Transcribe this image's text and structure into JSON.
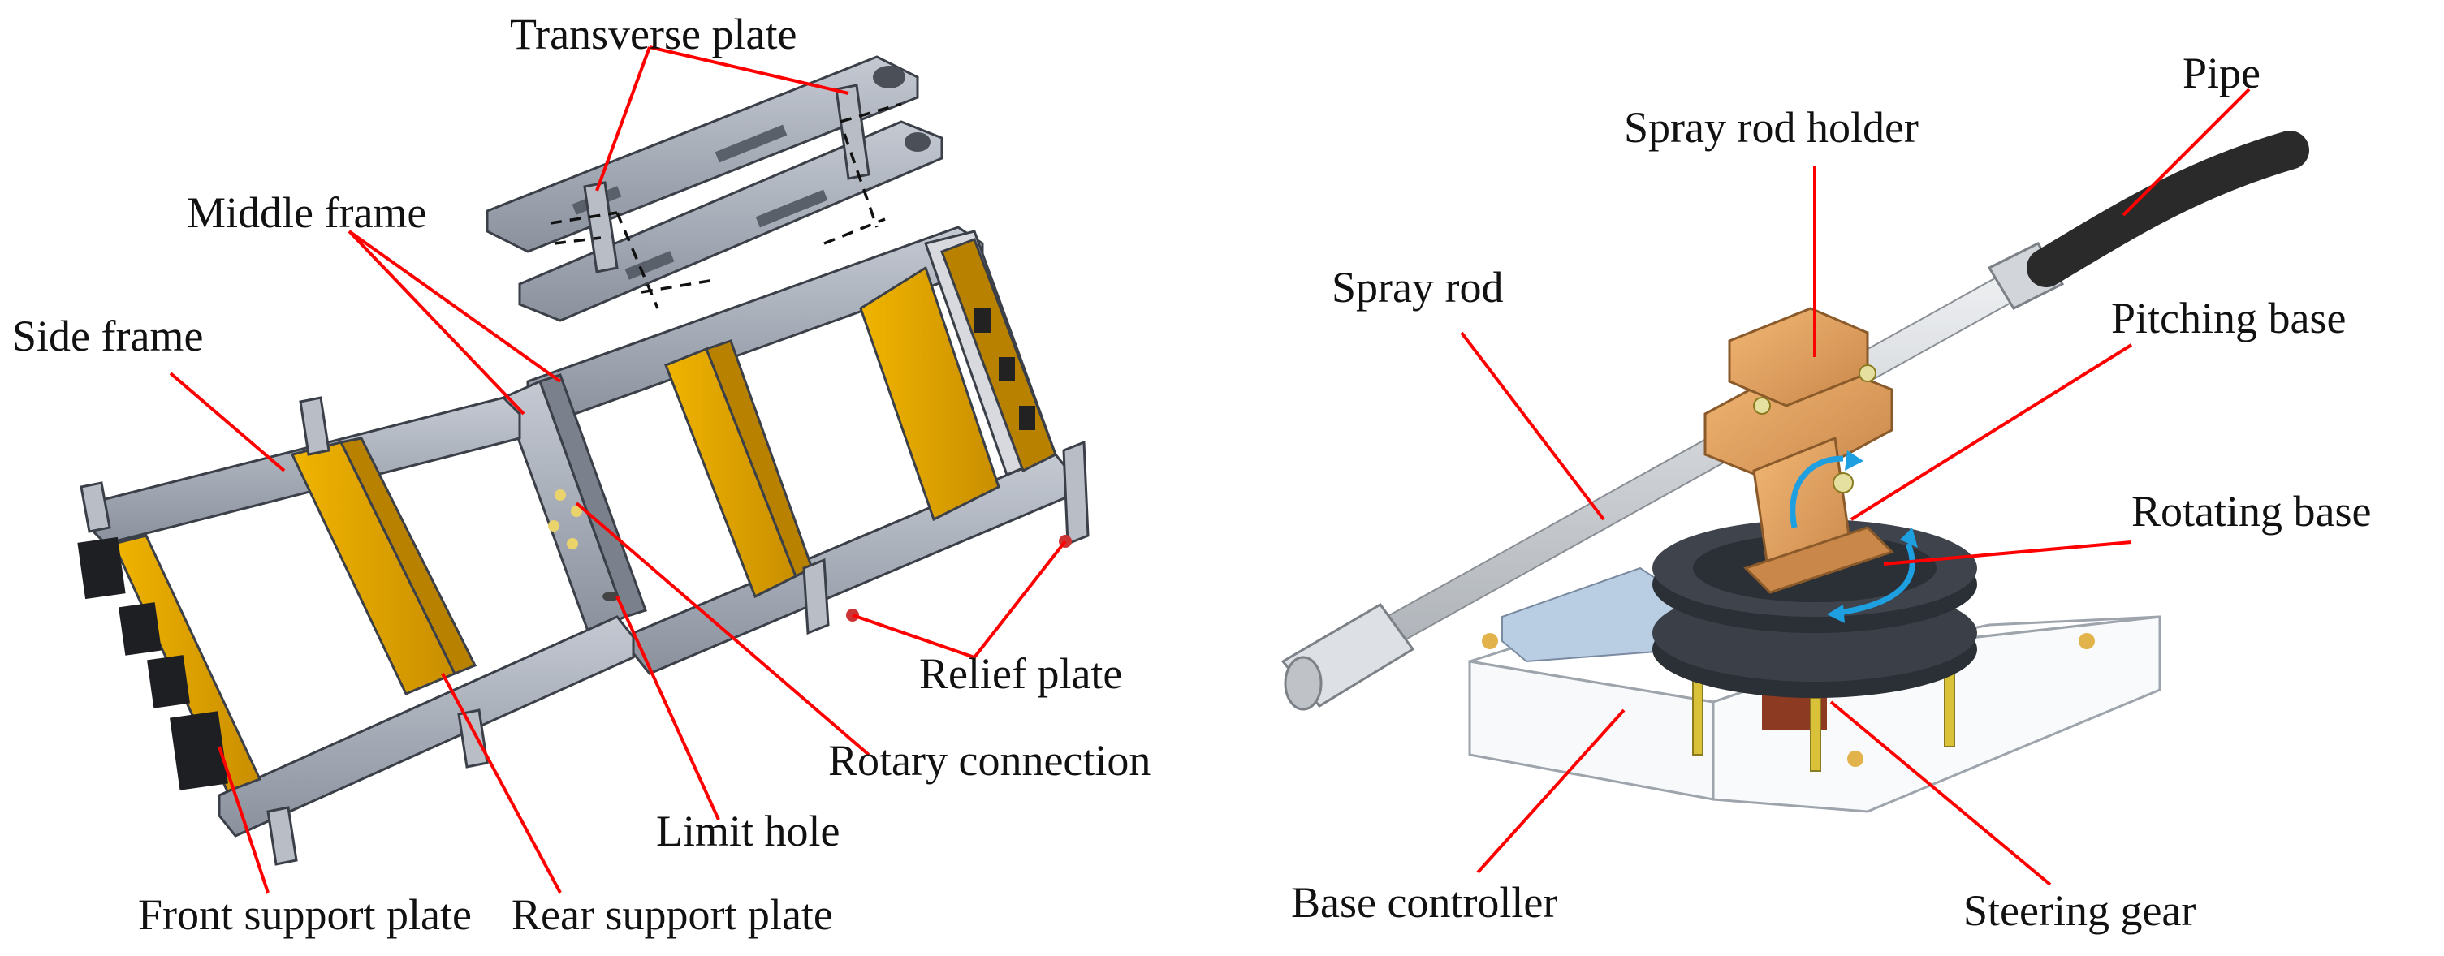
{
  "colors": {
    "label_text": "#111111",
    "leader_line": "#ff0000",
    "frame_steel": "#9aa1ad",
    "support_plate": "#e2a400",
    "holder_bronze": "#e0a060",
    "rotating_base": "#2b2f36",
    "pipe": "#2a2a2a",
    "spray_rod": "#cfd2d6",
    "rotation_arrow": "#1e9fe0"
  },
  "left_assembly": {
    "labels": {
      "transverse_plate": "Transverse plate",
      "middle_frame": "Middle frame",
      "side_frame": "Side frame",
      "relief_plate": "Relief plate",
      "rotary_connection": "Rotary connection",
      "limit_hole": "Limit hole",
      "front_support_plate": "Front support plate",
      "rear_support_plate": "Rear support plate"
    }
  },
  "right_assembly": {
    "labels": {
      "pipe": "Pipe",
      "spray_rod_holder": "Spray rod holder",
      "spray_rod": "Spray rod",
      "pitching_base": "Pitching base",
      "rotating_base": "Rotating base",
      "base_controller": "Base controller",
      "steering_gear": "Steering gear"
    }
  }
}
